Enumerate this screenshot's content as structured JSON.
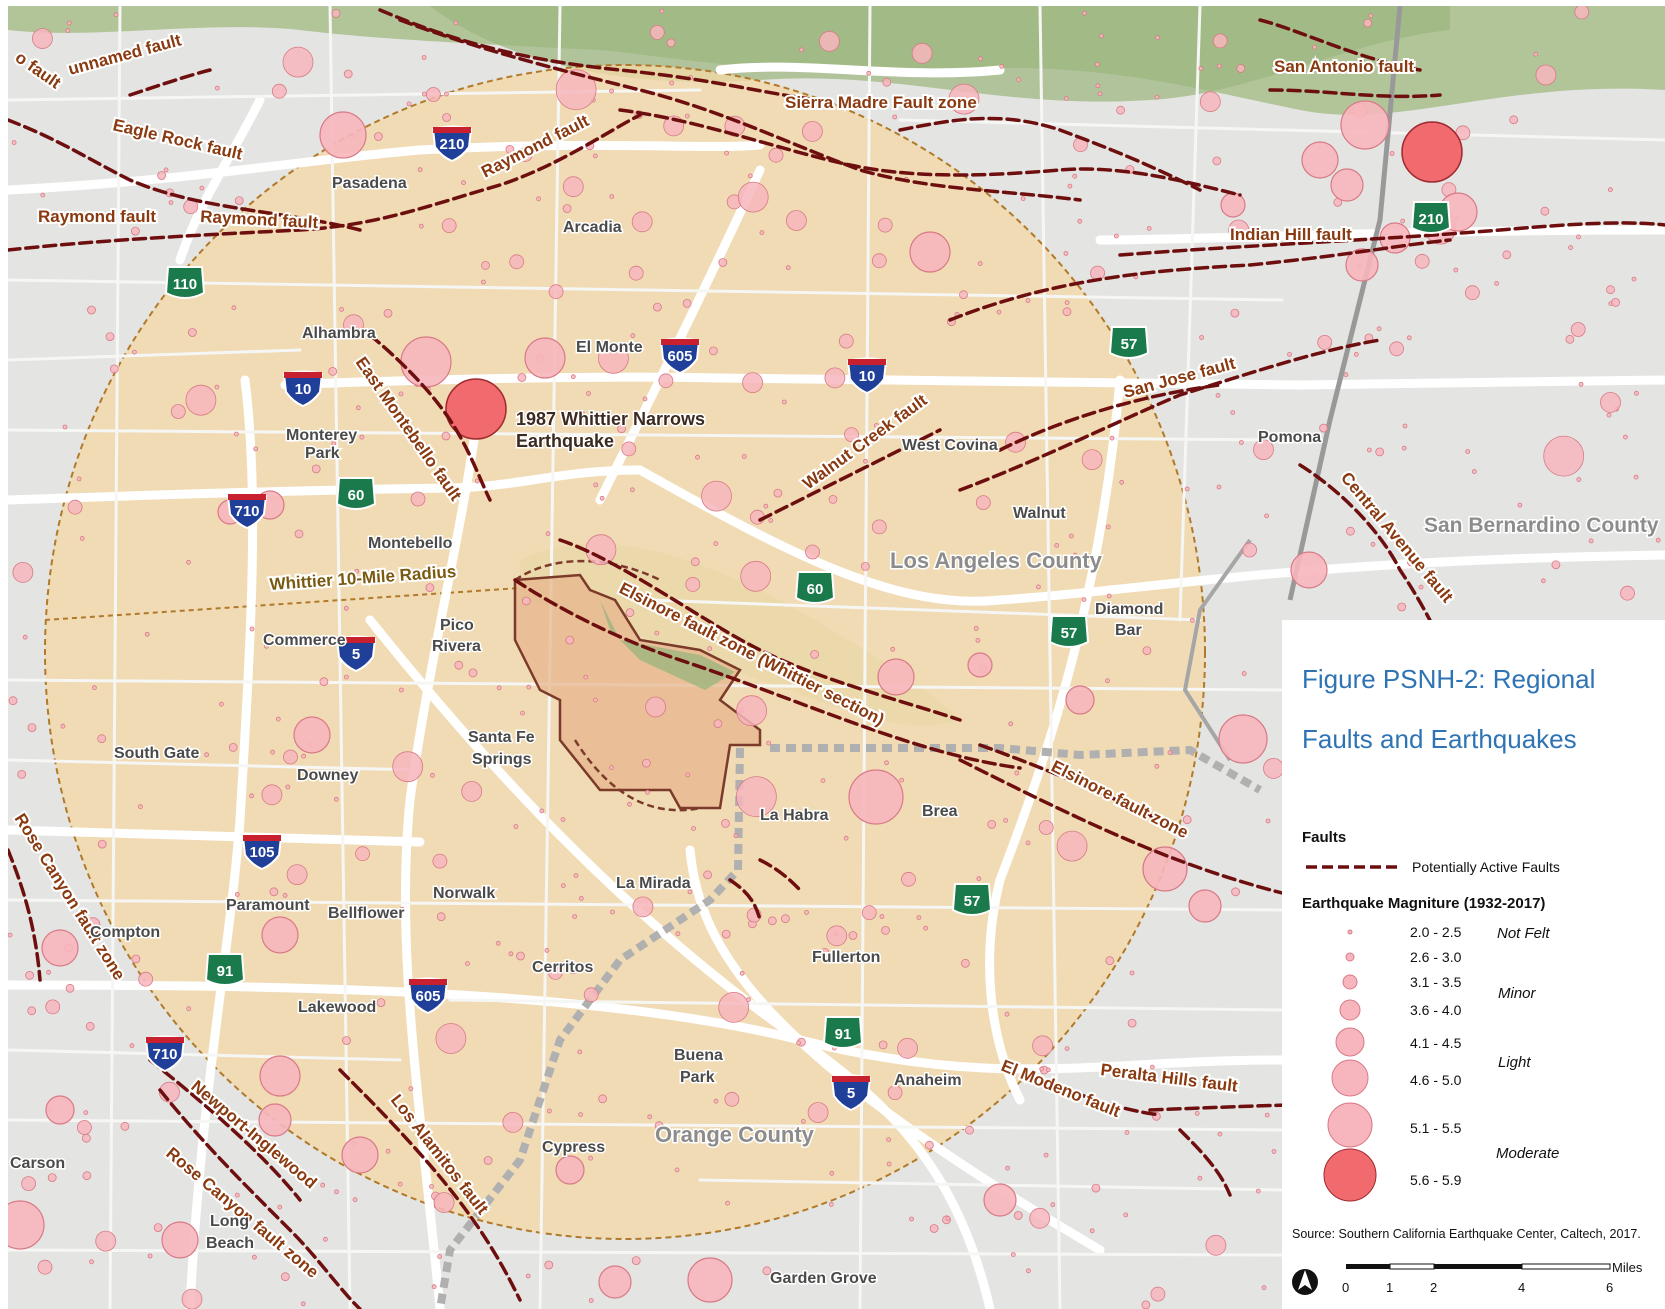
{
  "figure": {
    "title_line1": "Figure PSNH-2: Regional",
    "title_line2": "Faults and Earthquakes",
    "source": "Source: Southern California Earthquake Center, Caltech, 2017."
  },
  "map": {
    "radius_label": "Whittier 10-Mile Radius",
    "featured_event": {
      "line1": "1987 Whittier Narrows",
      "line2": "Earthquake"
    },
    "faults": [
      "unnamed fault",
      "o fault",
      "Eagle Rock fault",
      "Raymond fault",
      "Raymond fault",
      "Raymond fault",
      "Sierra Madre Fault zone",
      "San Antonio fault",
      "Indian Hill fault",
      "East Montebello fault",
      "Walnut Creek fault",
      "San Jose fault",
      "Central Avenue fault",
      "Elsinore fault zone (Whittier section)",
      "Elsinore fault zone",
      "Peralta Hills fault",
      "El Modeno fault",
      "Rose Canyon fault zone",
      "Rose Canyon fault zone",
      "Newport-Inglewood",
      "Los Alamitos fault"
    ],
    "cities": [
      "Pasadena",
      "Arcadia",
      "Alhambra",
      "El Monte",
      "Monterey",
      "Park",
      "West Covina",
      "Pomona",
      "Walnut",
      "Montebello",
      "Diamond",
      "Bar",
      "Commerce",
      "Pico",
      "Rivera",
      "Santa Fe",
      "Springs",
      "South Gate",
      "Downey",
      "La Habra",
      "Brea",
      "La Mirada",
      "Norwalk",
      "Paramount",
      "Bellflower",
      "Compton",
      "Fullerton",
      "Cerritos",
      "Lakewood",
      "Buena",
      "Park",
      "Anaheim",
      "Cypress",
      "Carson",
      "Long",
      "Beach",
      "Garden Grove"
    ],
    "counties": [
      "Los Angeles County",
      "San Bernardino County",
      "Orange County"
    ],
    "highway_shields": [
      {
        "num": "210",
        "kind": "interstate"
      },
      {
        "num": "210",
        "kind": "state"
      },
      {
        "num": "110",
        "kind": "state"
      },
      {
        "num": "605",
        "kind": "interstate"
      },
      {
        "num": "10",
        "kind": "interstate"
      },
      {
        "num": "10",
        "kind": "interstate"
      },
      {
        "num": "57",
        "kind": "state"
      },
      {
        "num": "60",
        "kind": "state"
      },
      {
        "num": "710",
        "kind": "interstate"
      },
      {
        "num": "60",
        "kind": "state"
      },
      {
        "num": "57",
        "kind": "state"
      },
      {
        "num": "5",
        "kind": "interstate"
      },
      {
        "num": "105",
        "kind": "interstate"
      },
      {
        "num": "57",
        "kind": "state"
      },
      {
        "num": "91",
        "kind": "state"
      },
      {
        "num": "605",
        "kind": "interstate"
      },
      {
        "num": "91",
        "kind": "state"
      },
      {
        "num": "710",
        "kind": "interstate"
      },
      {
        "num": "5",
        "kind": "interstate"
      }
    ]
  },
  "legend": {
    "faults_heading": "Faults",
    "fault_item": "Potentially Active Faults",
    "quake_heading": "Earthquake Magniture (1932-2017)",
    "magnitudes": [
      {
        "range": "2.0 - 2.5",
        "tier": 1
      },
      {
        "range": "2.6 - 3.0",
        "tier": 2
      },
      {
        "range": "3.1 - 3.5",
        "tier": 3
      },
      {
        "range": "3.6 - 4.0",
        "tier": 4
      },
      {
        "range": "4.1 - 4.5",
        "tier": 5
      },
      {
        "range": "4.6 - 5.0",
        "tier": 6
      },
      {
        "range": "5.1 - 5.5",
        "tier": 7
      },
      {
        "range": "5.6 - 5.9",
        "tier": 8
      }
    ],
    "classes": [
      "Not Felt",
      "Minor",
      "Light",
      "Moderate"
    ],
    "scale_unit": "Miles",
    "scale_ticks": [
      "0",
      "1",
      "2",
      "4",
      "6"
    ]
  },
  "colors": {
    "quake_fill": "#f7b6bd",
    "quake_stroke": "#d87a86",
    "quake_major": "#f06a6e",
    "fault_line": "#6e0f0f",
    "radius_fill": "#f3d9a6",
    "land": "#e4e4e2",
    "mountains": "#a9c08c",
    "road": "#ffffff",
    "title": "#2e74b5",
    "fault_label": "#8a3a10"
  }
}
